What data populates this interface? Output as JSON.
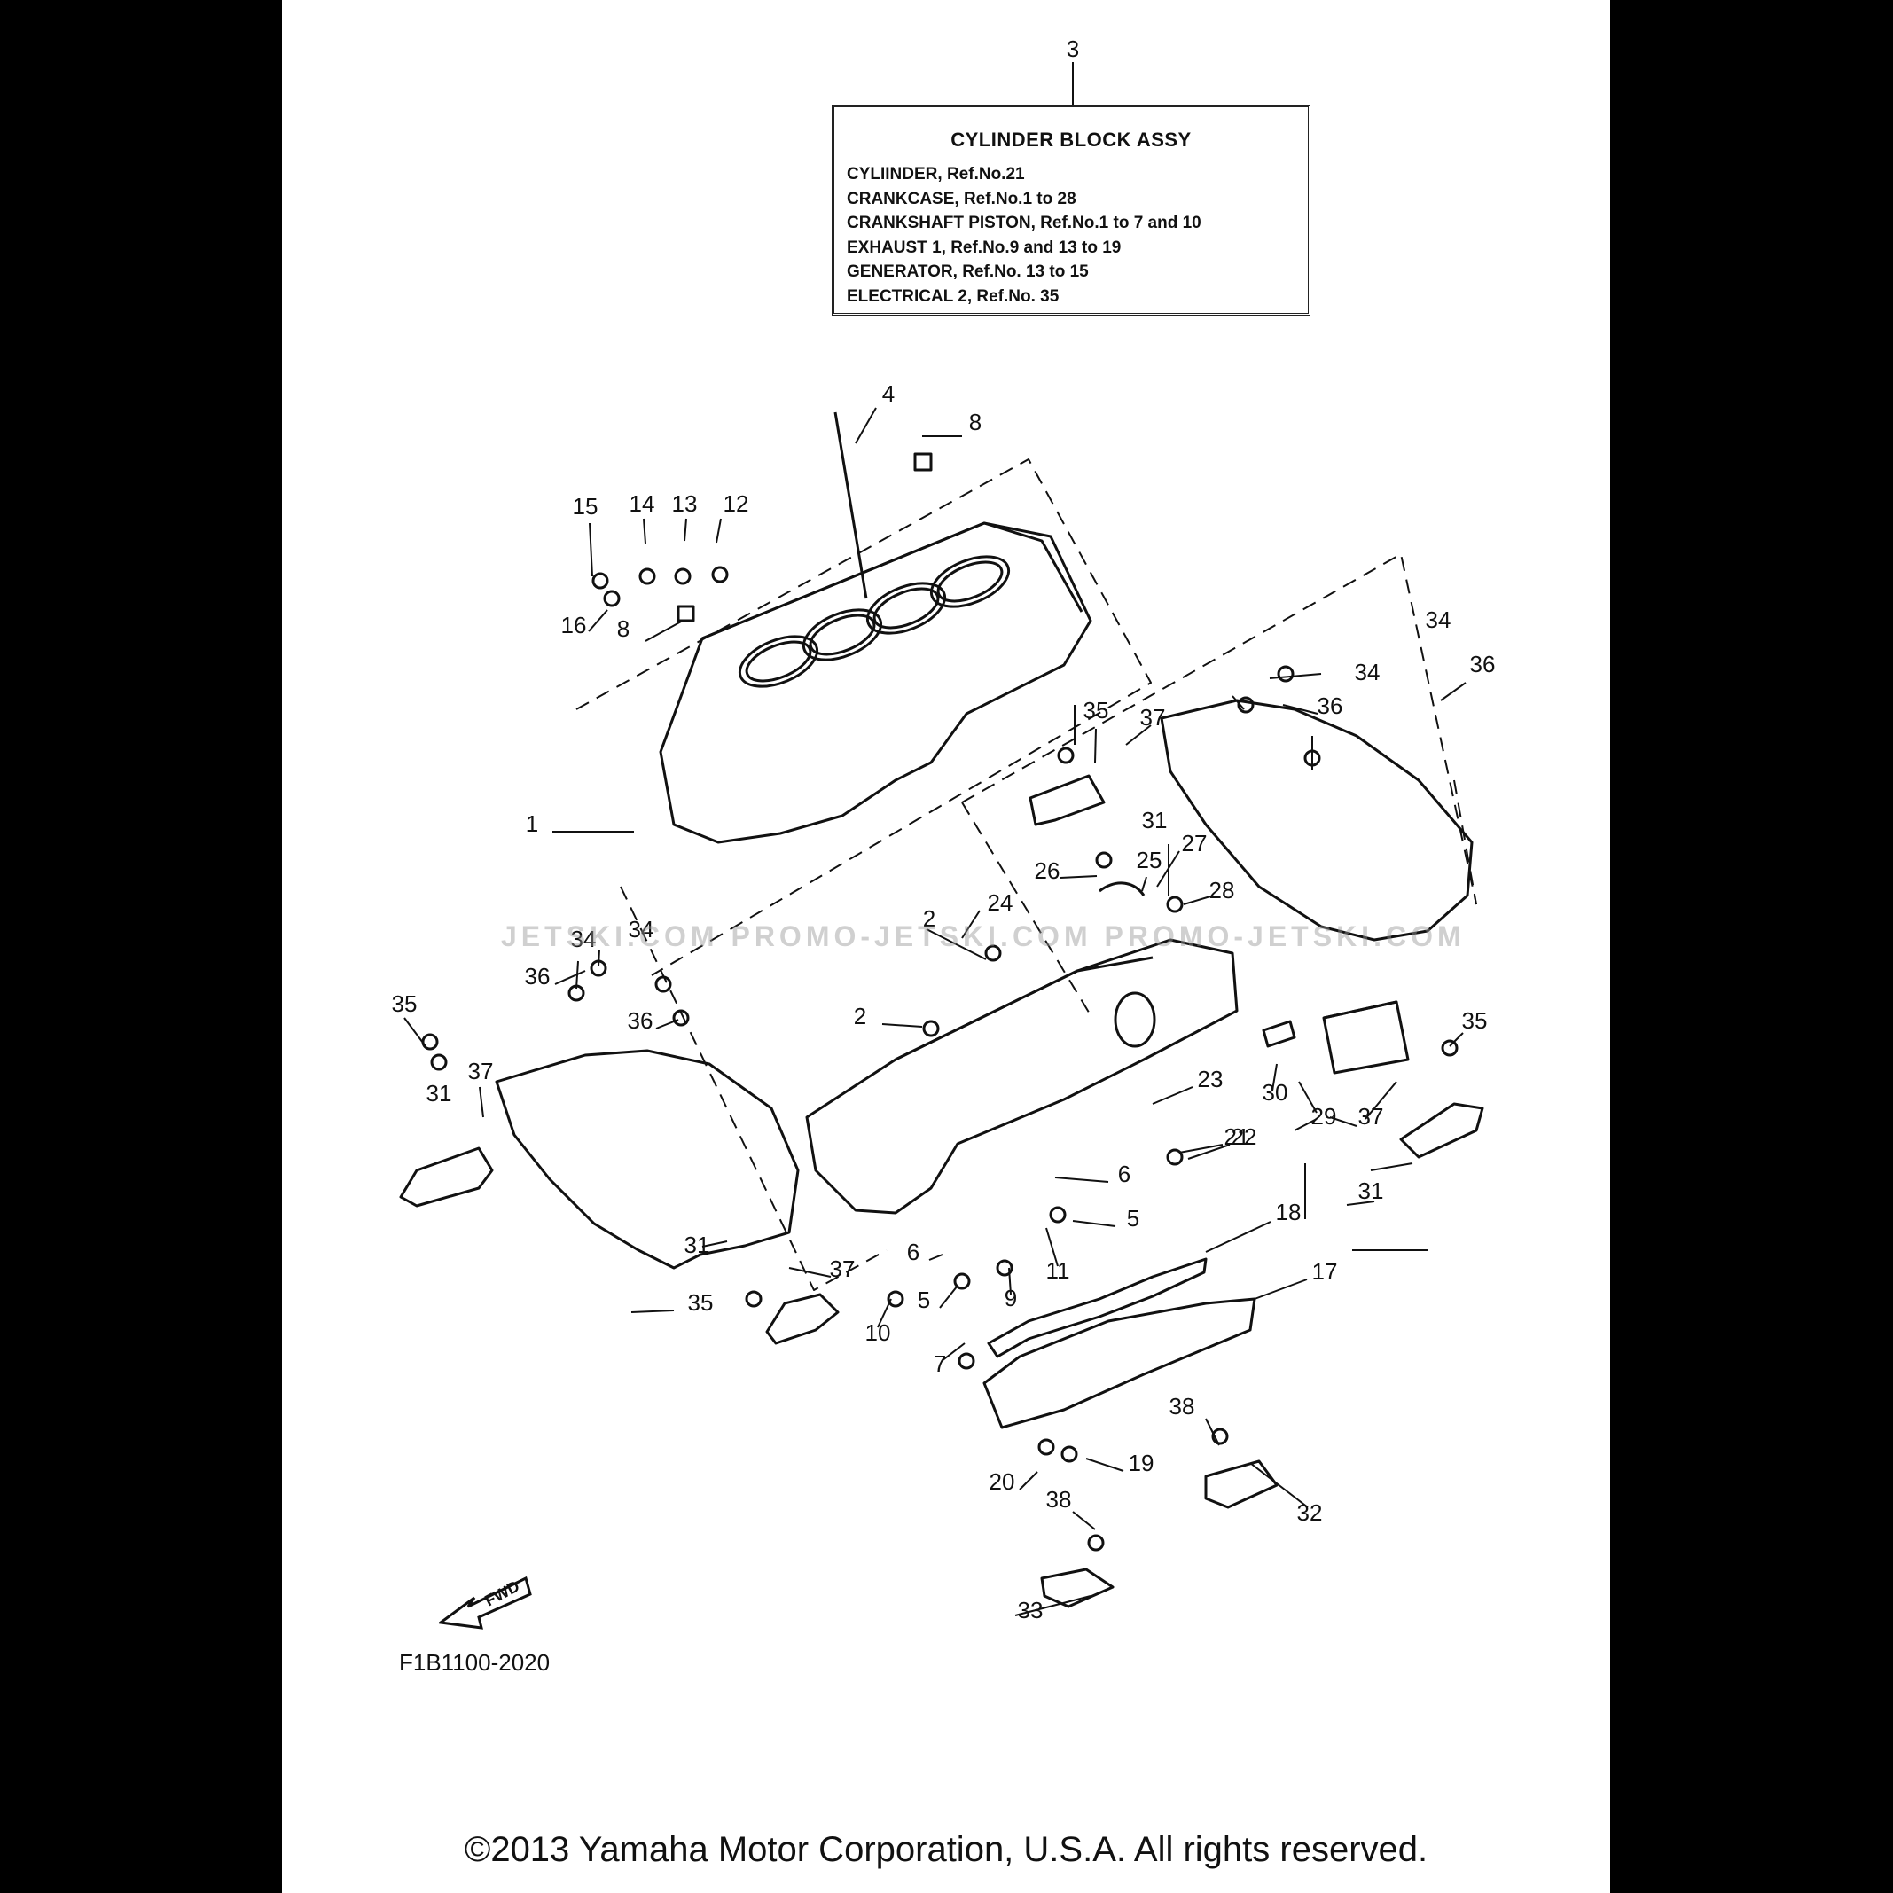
{
  "info_box": {
    "callout_number": "3",
    "title": "CYLINDER BLOCK ASSY",
    "lines": [
      "CYLIINDER, Ref.No.21",
      "CRANKCASE, Ref.No.1 to 28",
      "CRANKSHAFT PISTON, Ref.No.1 to 7 and 10",
      "EXHAUST 1, Ref.No.9 and 13 to 19",
      "GENERATOR, Ref.No. 13 to 15",
      "ELECTRICAL 2, Ref.No. 35"
    ]
  },
  "callouts": [
    "1",
    "2",
    "2",
    "4",
    "5",
    "5",
    "6",
    "6",
    "7",
    "8",
    "8",
    "9",
    "10",
    "11",
    "12",
    "13",
    "14",
    "15",
    "16",
    "17",
    "18",
    "19",
    "20",
    "21",
    "22",
    "23",
    "24",
    "25",
    "26",
    "27",
    "28",
    "29",
    "30",
    "31",
    "31",
    "31",
    "31",
    "32",
    "33",
    "34",
    "34",
    "34",
    "34",
    "35",
    "35",
    "35",
    "35",
    "36",
    "36",
    "36",
    "36",
    "37",
    "37",
    "37",
    "37",
    "38",
    "38"
  ],
  "fwd_label": "FWD",
  "diagram_code": "F1B1100-2020",
  "watermark": "JETSKI.COM  PROMO-JETSKI.COM  PROMO-JETSKI.COM",
  "copyright": "©2013 Yamaha Motor Corporation, U.S.A. All rights reserved.",
  "colors": {
    "ink": "#111111",
    "paper": "#ffffff",
    "background": "#000000"
  }
}
